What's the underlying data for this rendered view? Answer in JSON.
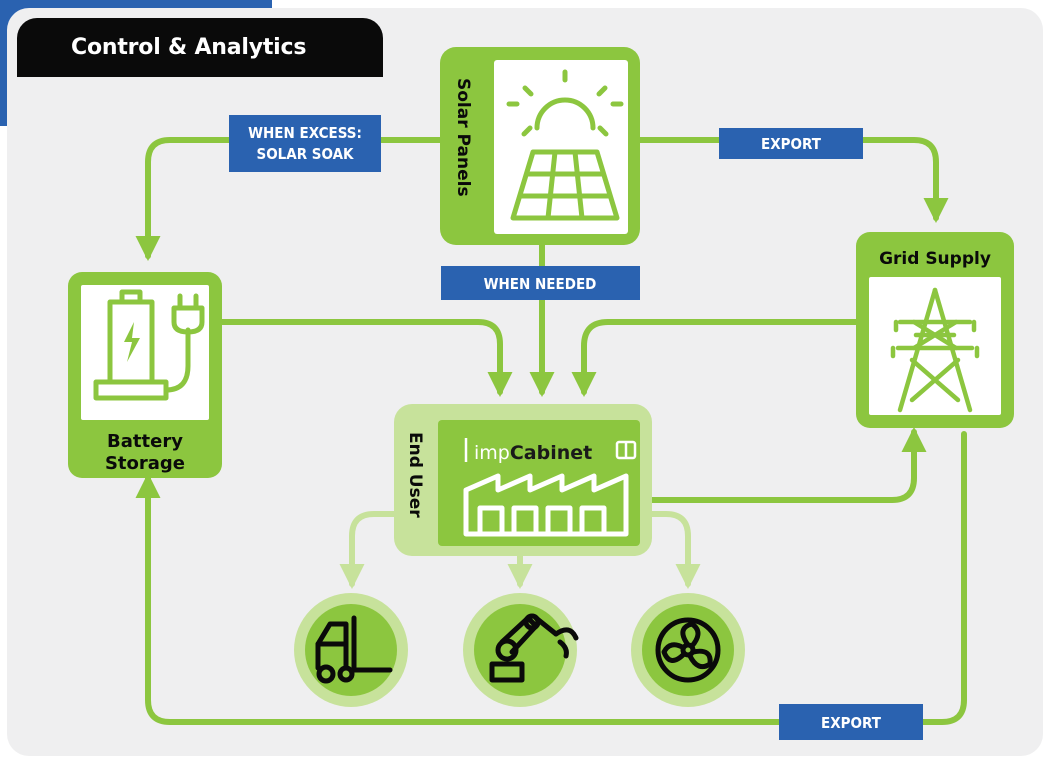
{
  "header": {
    "title": "Control & Analytics"
  },
  "nodes": {
    "solar": {
      "label": "Solar Panels"
    },
    "battery": {
      "line1": "Battery",
      "line2": "Storage"
    },
    "grid": {
      "label": "Grid Supply"
    },
    "end_user": {
      "label": "End User",
      "brand_prefix": "imp",
      "brand_name": "Cabinet"
    }
  },
  "flows": {
    "solar_soak_line1": "WHEN EXCESS:",
    "solar_soak_line2": "SOLAR SOAK",
    "when_needed": "WHEN NEEDED",
    "export_top": "EXPORT",
    "export_bottom": "EXPORT"
  },
  "loads": {
    "forklift": {
      "icon": "forklift-icon"
    },
    "robot_arm": {
      "icon": "robot-arm-icon"
    },
    "fan": {
      "icon": "fan-icon"
    }
  },
  "colors": {
    "green": "#8cc63f",
    "dark_green": "#6ea62f",
    "light_green": "#c7e29b",
    "blue": "#2a62b0",
    "black": "#0a0a0a",
    "panel_bg": "#efeff0"
  }
}
